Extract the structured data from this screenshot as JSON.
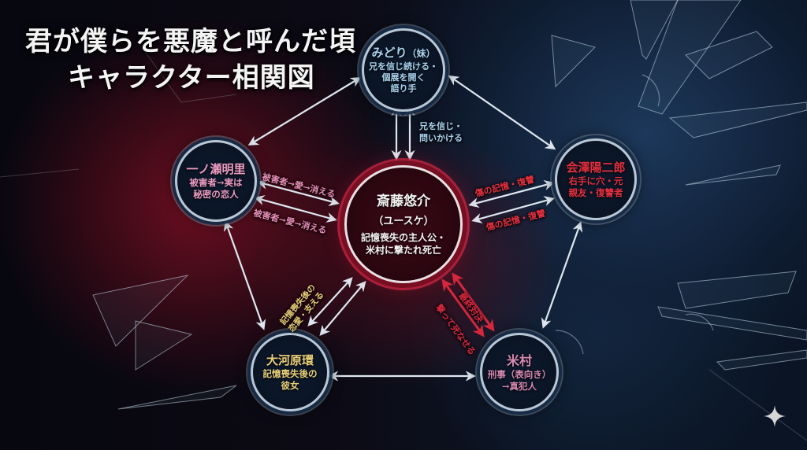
{
  "title": {
    "line1": "君が僕らを悪魔と呼んだ頃",
    "line2": "キャラクター相関図"
  },
  "colors": {
    "accent_red": "#d8283e",
    "pink_label": "#e98fb8",
    "blue_label": "#a9d2ec",
    "gold_label": "#e9cf78",
    "arrow_white": "#dfe8f0"
  },
  "characters": {
    "center": {
      "name": "斎藤悠介",
      "alias": "（ユースケ）",
      "desc_line1": "記憶喪失の主人公・",
      "desc_line2": "米村に撃たれ死亡"
    },
    "midori": {
      "name": "みどり",
      "alias": "（妹）",
      "desc_line1": "兄を信じ続ける・",
      "desc_line2": "個展を開く",
      "desc_line3": "語り手"
    },
    "ichinose": {
      "name": "一ノ瀬明里",
      "desc_line1": "被害者→実は",
      "desc_line2": "秘密の恋人"
    },
    "aizawa": {
      "name": "会澤陽二郎",
      "desc_line1": "右手に穴・元",
      "desc_line2": "親友・復讐者"
    },
    "okawara": {
      "name": "大河原環",
      "desc_line1": "記憶喪失後の",
      "desc_line2": "彼女"
    },
    "yonemura": {
      "name": "米村",
      "desc_line1": "刑事（表向き）",
      "desc_line2": "→真犯人"
    }
  },
  "relations": {
    "midori_center": {
      "line1": "兄を信じ・",
      "line2": "問いかける"
    },
    "ichinose_center_top": "被害者→愛→消える",
    "ichinose_center_bottom": "被害者→愛→消える",
    "aizawa_center_top": "傷の記憶・復讐",
    "aizawa_center_bottom": "傷の記憶・復讐",
    "okawara_center": {
      "line1": "記憶喪失後の",
      "line2": "恋愛・支える"
    },
    "yonemura_center": {
      "line1": "最終対決",
      "line2": "撃って死なせる"
    }
  },
  "icons": {
    "sparkle": "four-point-star-icon"
  }
}
